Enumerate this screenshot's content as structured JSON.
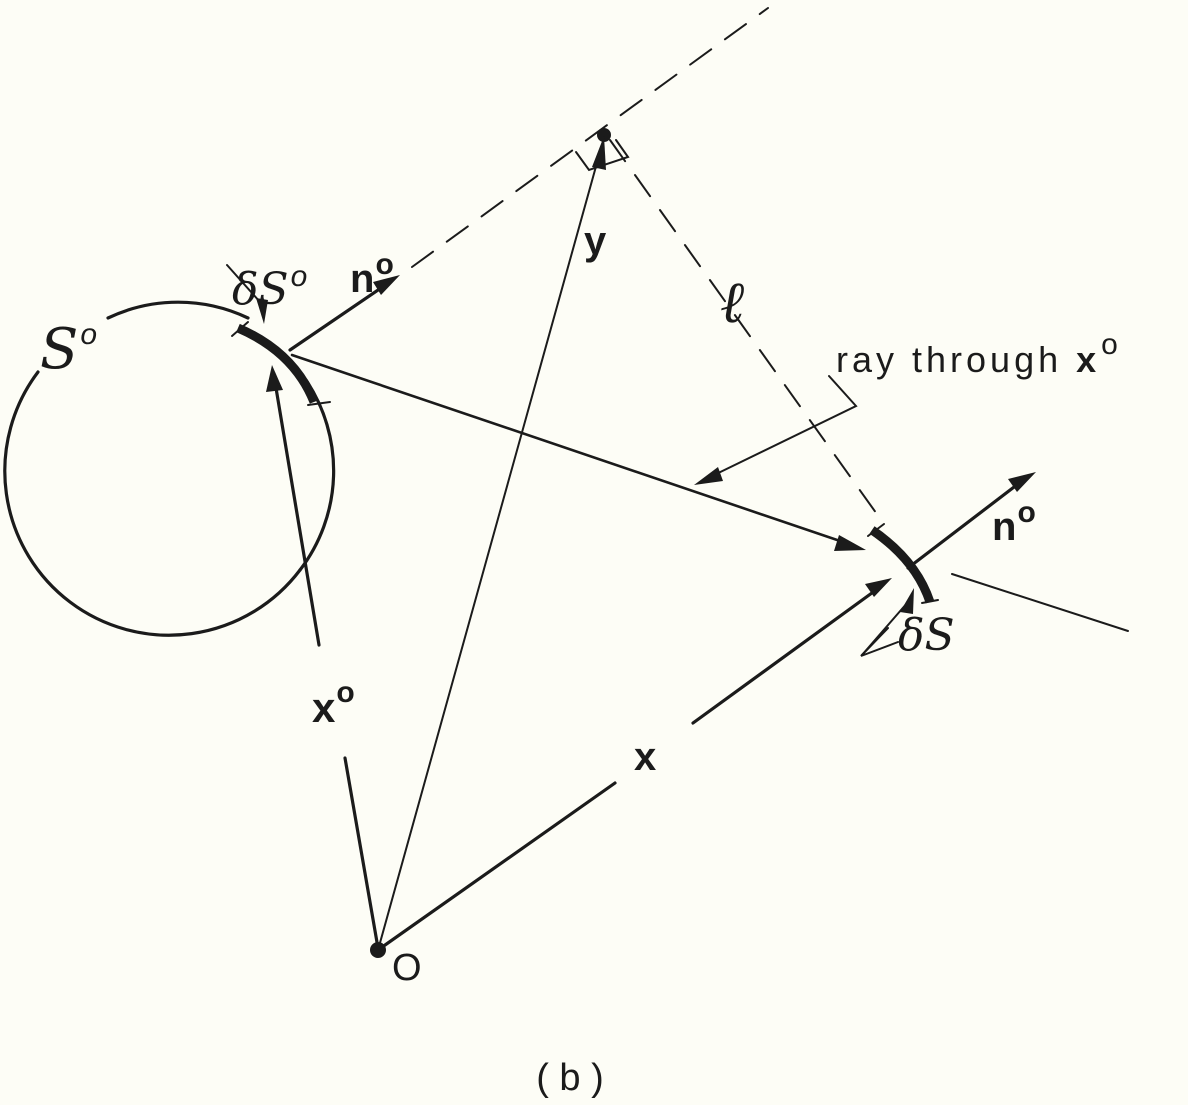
{
  "figure": {
    "caption": "( b )",
    "labels": {
      "surface_s0": "S",
      "surface_s0_sup": "o",
      "delta_s0": "δS",
      "delta_s0_sup": "o",
      "normal_n0_left": "n",
      "normal_n0_left_sup": "o",
      "y_vector": "y",
      "ell": "ℓ",
      "ray_text": "ray through ",
      "ray_x": "x",
      "ray_x_sup": "o",
      "normal_n0_right": "n",
      "normal_n0_right_sup": "o",
      "delta_s": "δS",
      "x0_vector": "x",
      "x0_vector_sup": "o",
      "x_vector": "x",
      "origin": "O"
    },
    "colors": {
      "ink": "#1b1b1b",
      "paper": "#fdfdf6"
    }
  }
}
